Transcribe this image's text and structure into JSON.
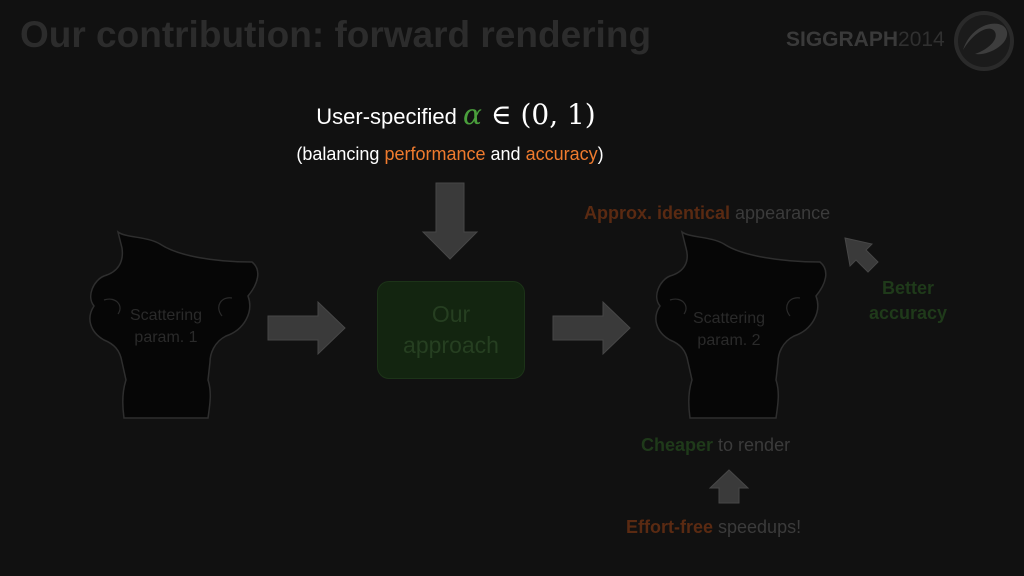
{
  "slide": {
    "title": "Our contribution: forward rendering",
    "brand_bold": "SIGGRAPH",
    "brand_light": "2014"
  },
  "user_input": {
    "label": "User-specified",
    "alpha_symbol": "α",
    "math_rest": "∈ (0, 1)",
    "paren_open": "(balancing",
    "performance": "performance",
    "and": "and",
    "accuracy": "accuracy",
    "paren_close": ")"
  },
  "center_box": {
    "label": "Our\napproach"
  },
  "left_object": {
    "label": "Scattering\nparam. 1"
  },
  "right_object": {
    "label": "Scattering\nparam. 2"
  },
  "annotations": {
    "approx_highlight": "Approx. identical",
    "approx_rest": " appearance",
    "better": "Better\naccuracy",
    "cheaper_highlight": "Cheaper",
    "cheaper_rest": " to render",
    "effort_highlight": "Effort-free",
    "effort_rest": " speedups!"
  },
  "colors": {
    "background": "#111111",
    "orange": "#ef7b2e",
    "green_alpha": "#4a9f3c",
    "arrow_gray": "#3a3a3a"
  }
}
